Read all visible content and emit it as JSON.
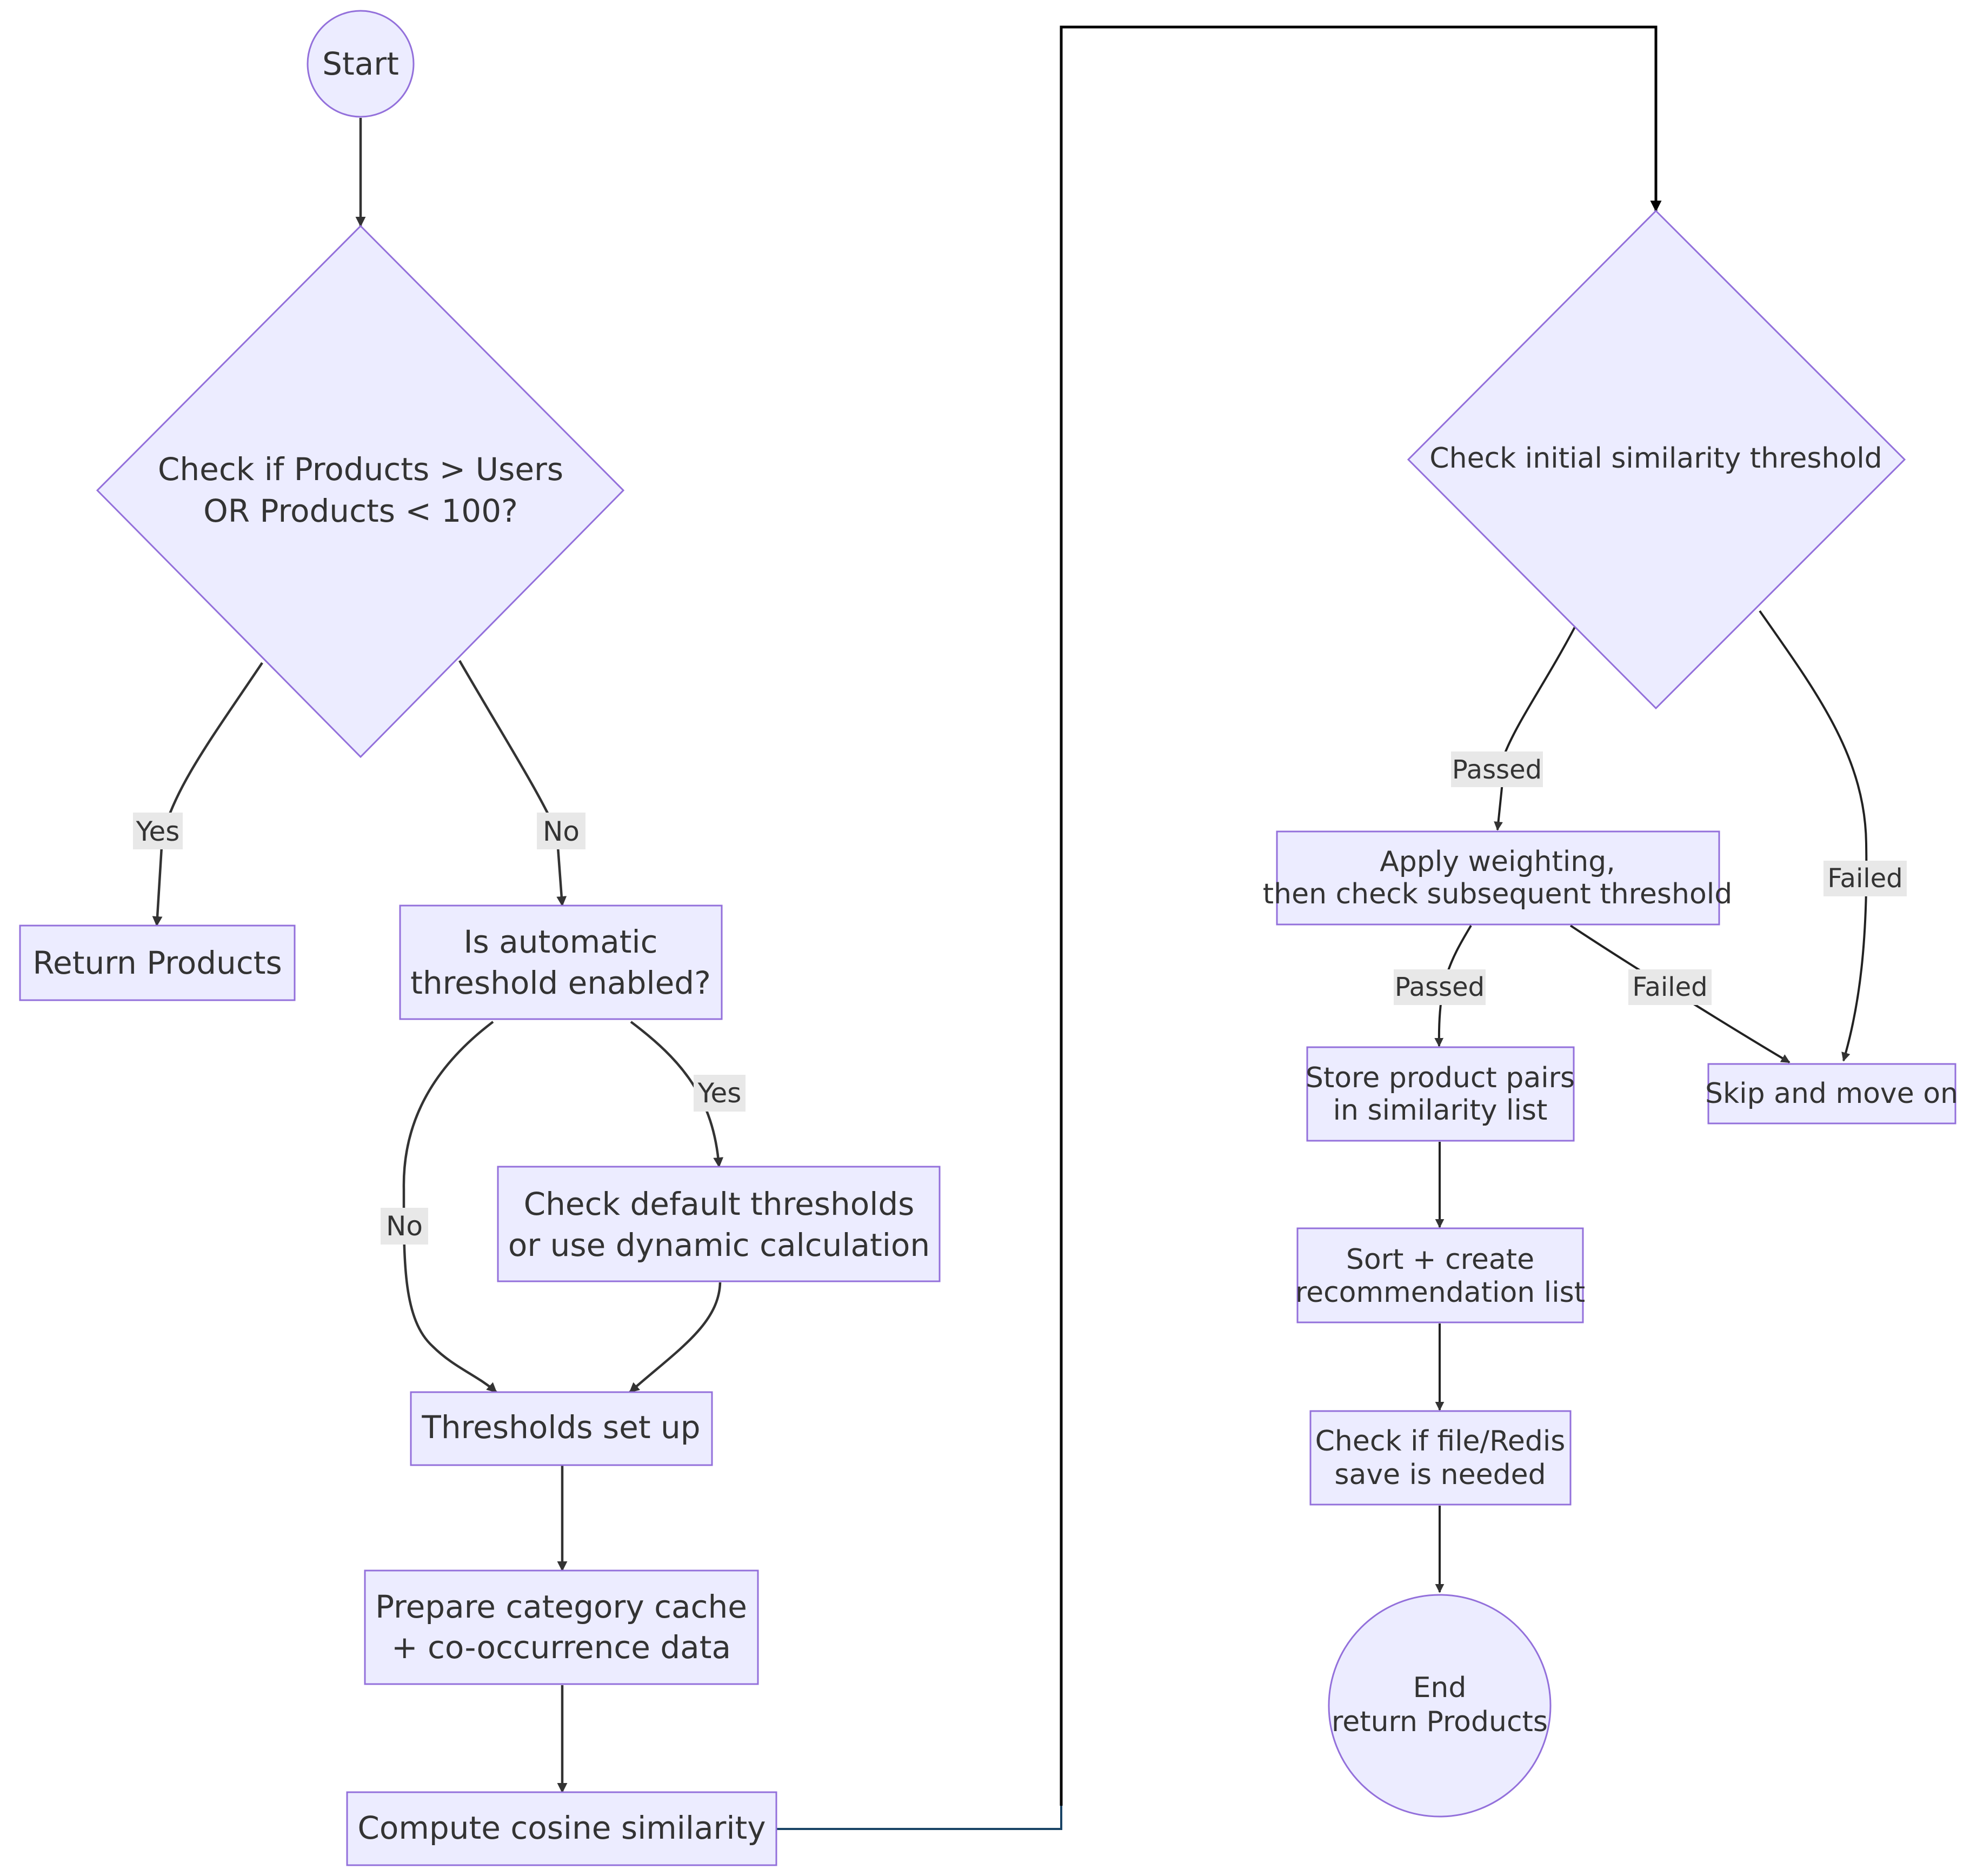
{
  "nodes": {
    "start": "Start",
    "check_products": [
      "Check if Products > Users",
      "OR Products < 100?"
    ],
    "return_products": "Return Products",
    "auto_threshold": [
      "Is automatic",
      "threshold enabled?"
    ],
    "check_default": [
      "Check default thresholds",
      "or use dynamic calculation"
    ],
    "thresholds_set": "Thresholds set up",
    "prepare_cache": [
      "Prepare category cache",
      "+ co-occurrence data"
    ],
    "compute_cosine": "Compute cosine similarity",
    "check_initial": "Check initial similarity threshold",
    "apply_weighting": [
      "Apply weighting,",
      "then check subsequent threshold"
    ],
    "store_pairs": [
      "Store product pairs",
      "in similarity list"
    ],
    "skip": "Skip and move on",
    "sort_create": [
      "Sort + create",
      "recommendation list"
    ],
    "check_save": [
      "Check if file/Redis",
      "save is needed"
    ],
    "end": [
      "End",
      "return Products"
    ]
  },
  "edge_labels": {
    "yes_return": "Yes",
    "no_auto": "No",
    "yes_default": "Yes",
    "no_thresholds": "No",
    "passed_weighting": "Passed",
    "failed_skip": "Failed",
    "passed_store": "Passed",
    "failed_weighting_skip": "Failed"
  }
}
